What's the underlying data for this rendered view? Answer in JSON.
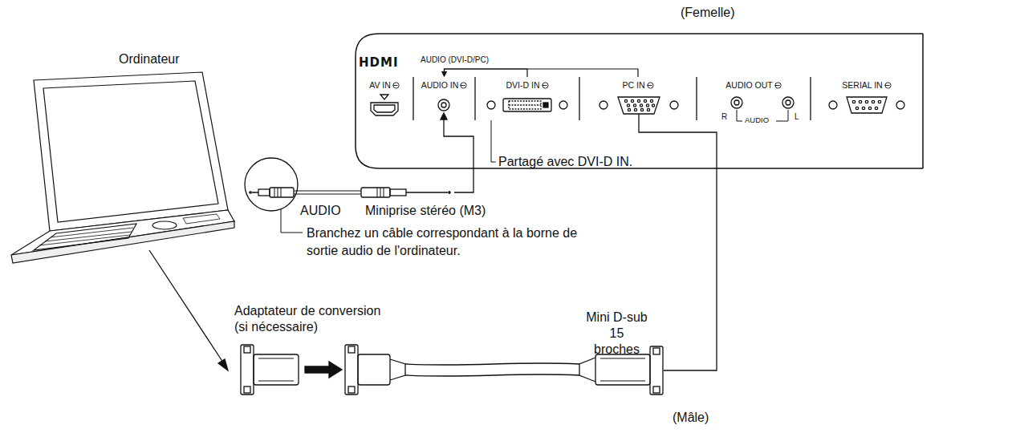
{
  "diagram": {
    "nodes": [
      {
        "text": [
          "AV IN"
        ]
      },
      {
        "text": [
          "AUDIO IN"
        ]
      },
      {
        "text": [
          "DVI-D IN"
        ]
      },
      {
        "text": [
          "PC IN"
        ]
      },
      {
        "text": [
          "AUDIO OUT"
        ]
      },
      {
        "text": [
          "SERIAL IN"
        ]
      }
    ],
    "edges": [
      {
        "from": 2,
        "to": 1,
        "arrow": "to",
        "label": "AUDIO (DVI-D/PC)"
      },
      {
        "from": 3,
        "to": 1,
        "arrow": "to"
      }
    ],
    "labels": [
      "(Femelle)",
      "Ordinateur",
      "HDMI",
      "R",
      "AUDIO",
      "L",
      "Partagé avec DVI-D IN.",
      "AUDIO",
      "Miniprise stéréo (M3)",
      "Branchez un câble correspondant à la borne de sortie audio de l'ordinateur.",
      "Adaptateur de conversion (si nécessaire)",
      "Mini D-sub 15 broches",
      "(Mâle)"
    ]
  }
}
